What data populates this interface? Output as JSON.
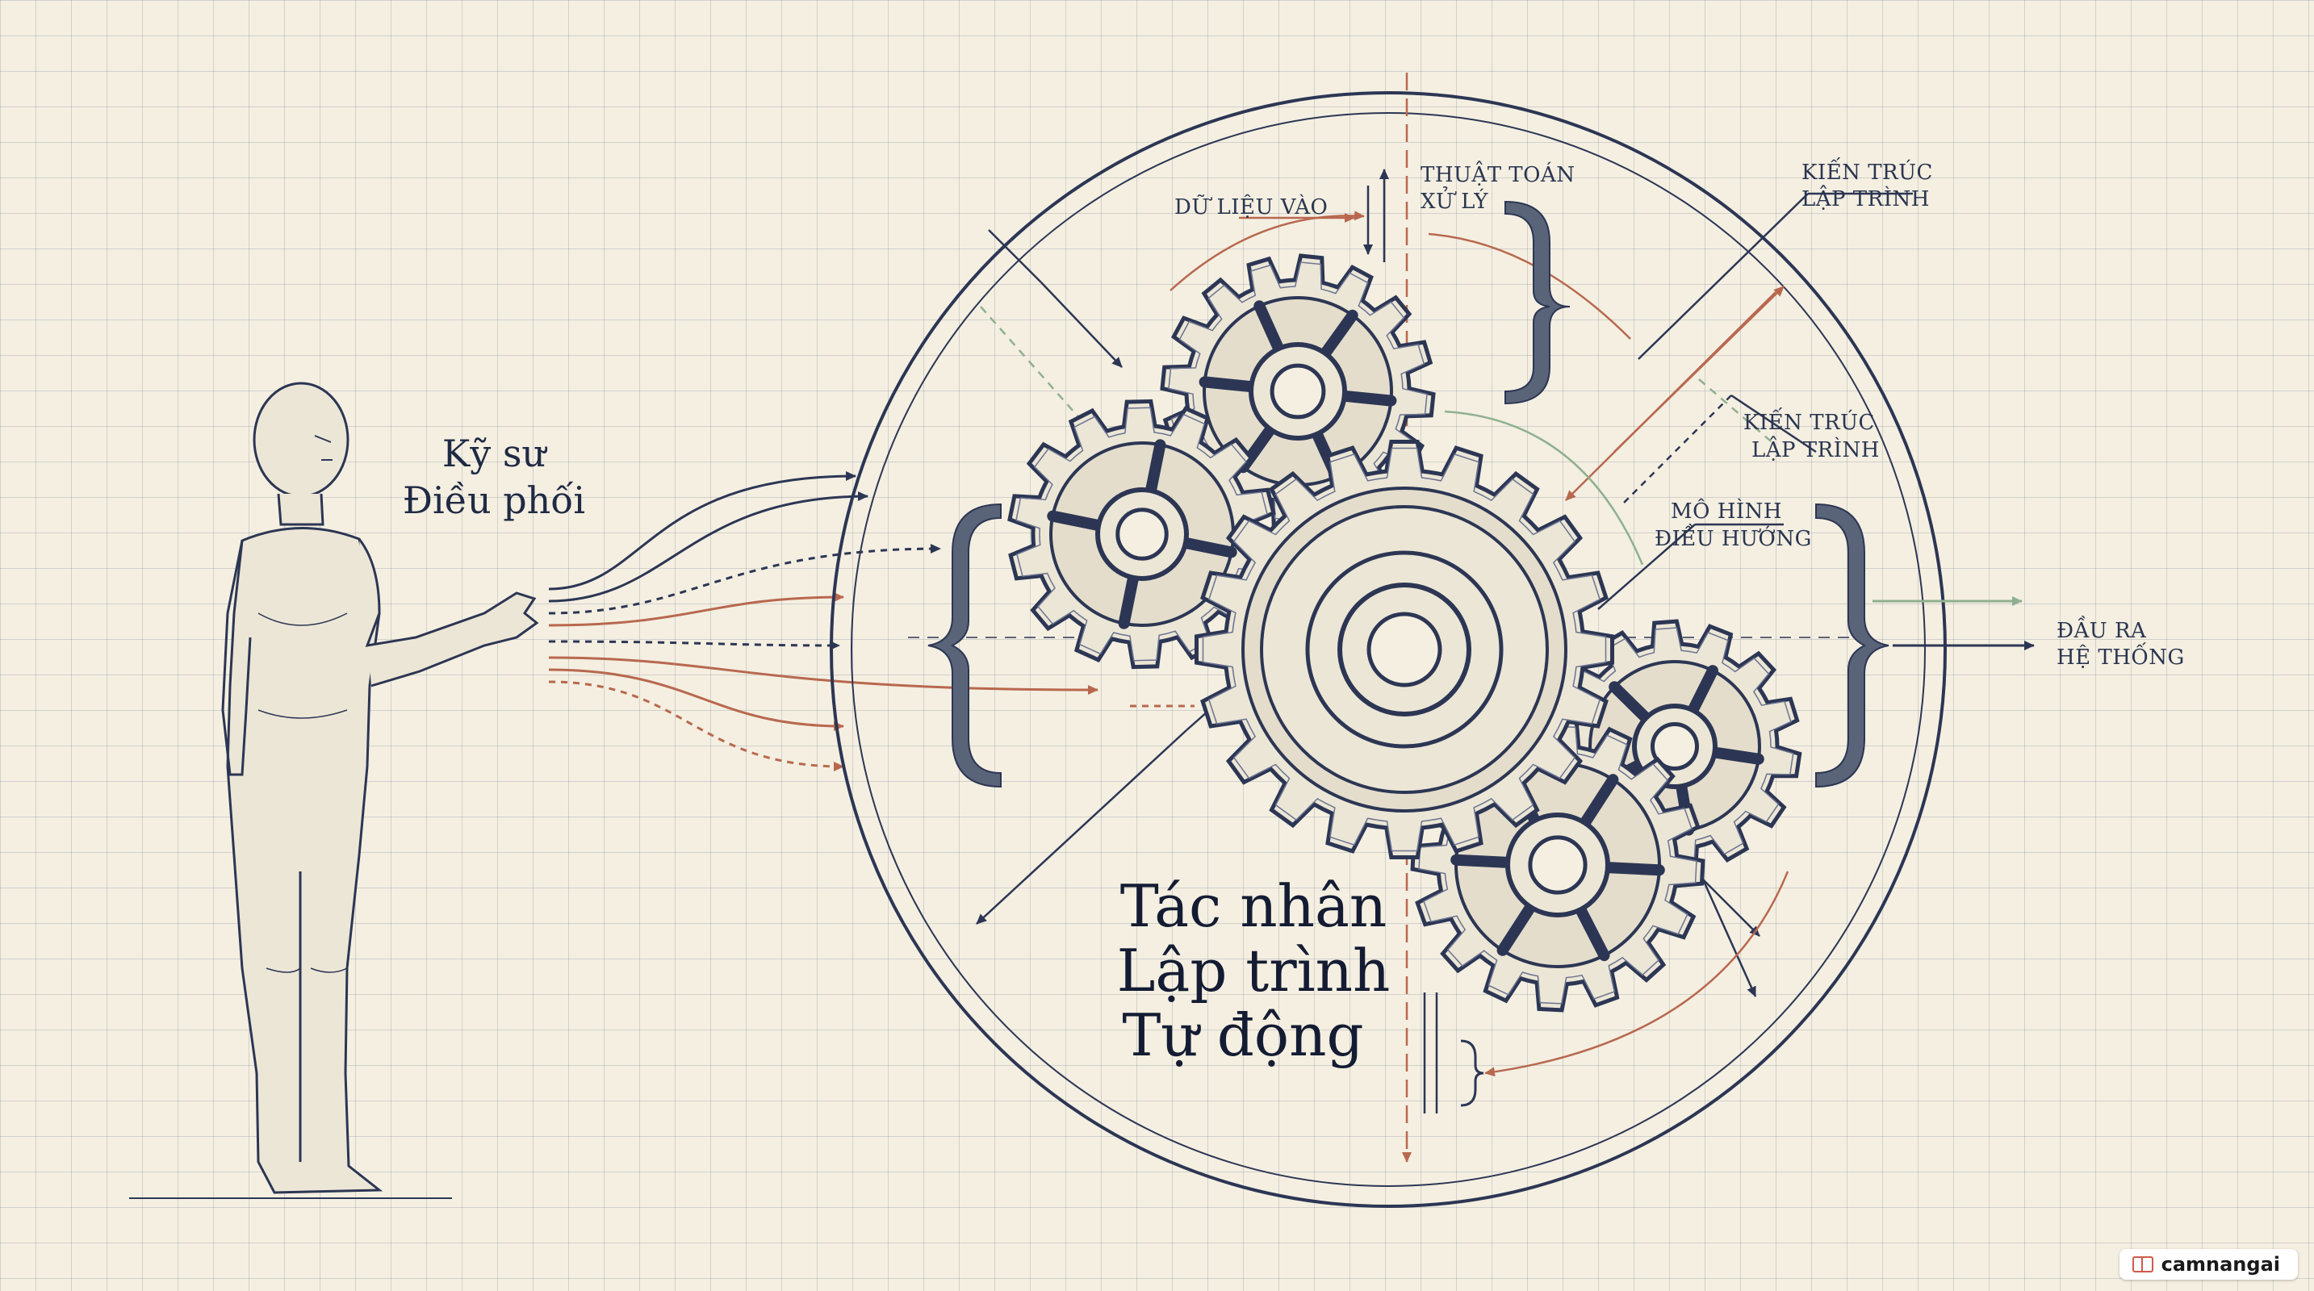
{
  "labels": {
    "engineer": [
      "Kỹ sư",
      "Điều phối"
    ],
    "agent": [
      "Tác nhân",
      "Lập trình",
      "Tự động"
    ],
    "data_in": "DỮ LIỆU VÀO",
    "algorithm": [
      "THUẬT TOÁN",
      "XỬ LÝ"
    ],
    "architecture_top": [
      "KIẾN TRÚC",
      "LẬP TRÌNH"
    ],
    "architecture_mid": [
      "KIẾN TRÚC",
      "LẬP TRÌNH"
    ],
    "navigation_model": [
      "MÔ HÌNH",
      "ĐIỀU HƯỚNG"
    ],
    "output": [
      "ĐẦU RA",
      "HỆ THỐNG"
    ]
  },
  "gears": [
    {
      "id": "top",
      "teeth": 16
    },
    {
      "id": "left",
      "teeth": 14
    },
    {
      "id": "center",
      "teeth": 20
    },
    {
      "id": "right",
      "teeth": 14
    },
    {
      "id": "bottom",
      "teeth": 16
    }
  ],
  "brand": {
    "name": "camnangai",
    "icon": "book-icon"
  },
  "colors": {
    "ink": "#2c3654",
    "accent_rust": "#b8684f",
    "accent_sage": "#8fb08f",
    "paper": "#f4efe1"
  }
}
